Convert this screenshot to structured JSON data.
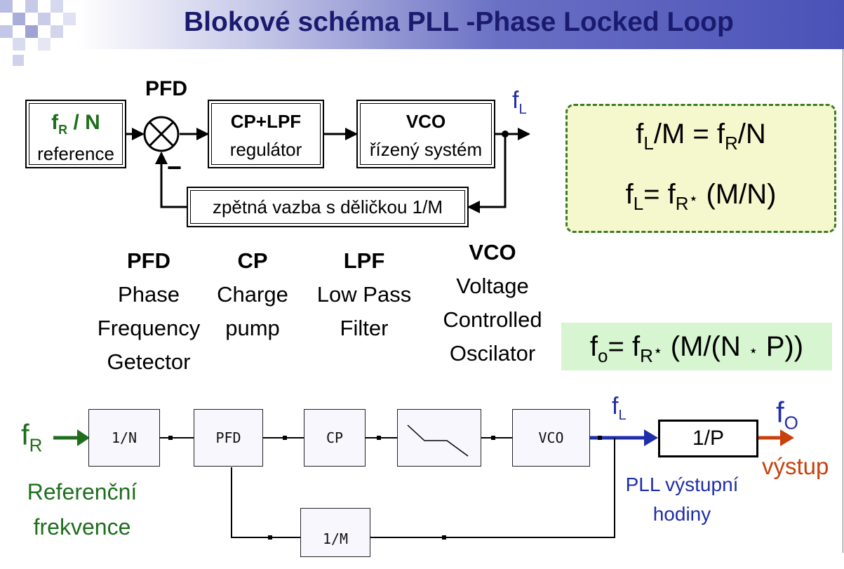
{
  "title": "Blokové schéma PLL -Phase Locked Loop",
  "top_diagram": {
    "pfd_heading": "PFD",
    "reference_box": {
      "line1_main": "f",
      "line1_sub": "R",
      "line1_rest": " / N",
      "line2": "reference"
    },
    "cp_lpf_box": {
      "line1": "CP+LPF",
      "line2": "regulátor"
    },
    "vco_box": {
      "line1": "VCO",
      "line2": "řízený systém"
    },
    "feedback_box": "zpětná vazba s děličkou 1/M",
    "minus_sign": "−",
    "output_label": {
      "main": "f",
      "sub": "L"
    }
  },
  "formulas": {
    "f1": {
      "a": "f",
      "a_sub": "L",
      "b": "/M = f",
      "b_sub": "R",
      "c": "/N"
    },
    "f2": {
      "a": "f",
      "a_sub": "L",
      "b": "= f",
      "b_sub": "R",
      "c": " (M/N)"
    },
    "f3": {
      "a": "f",
      "a_sub": "o",
      "b": "= f",
      "b_sub": "R",
      "c": " (M/(N ",
      "d": " P))"
    },
    "mult": "⋆"
  },
  "legend": {
    "pfd": {
      "abbr": "PFD",
      "lines": [
        "Phase",
        "Frequency",
        "Getector"
      ]
    },
    "cp": {
      "abbr": "CP",
      "lines": [
        "Charge",
        "pump"
      ]
    },
    "lpf": {
      "abbr": "LPF",
      "lines": [
        "Low Pass",
        "Filter"
      ]
    },
    "vco": {
      "abbr": "VCO",
      "lines": [
        "Voltage",
        "Controlled",
        "Oscilator"
      ]
    }
  },
  "bottom_diagram": {
    "fr_label": {
      "main": "f",
      "sub": "R"
    },
    "ref_text": [
      "Referenční",
      "frekvence"
    ],
    "div_n": "1/N",
    "pfd": "PFD",
    "cp": "CP",
    "vco": "VCO",
    "div_m": "1/M",
    "fl_label": {
      "main": "f",
      "sub": "L"
    },
    "div_p": "1/P",
    "fo_label": {
      "main": "f",
      "sub": "O"
    },
    "pll_text": [
      "PLL výstupní",
      "hodiny"
    ],
    "output_text": "výstup"
  },
  "colors": {
    "title": "#1a1a6e",
    "green": "#1e6e1e",
    "blue": "#1f2fa8",
    "orange": "#c8410c",
    "formula_bg": "#f5f7cc",
    "formula_border": "#3e7a2e",
    "formula2_bg": "#d6f5d0"
  }
}
